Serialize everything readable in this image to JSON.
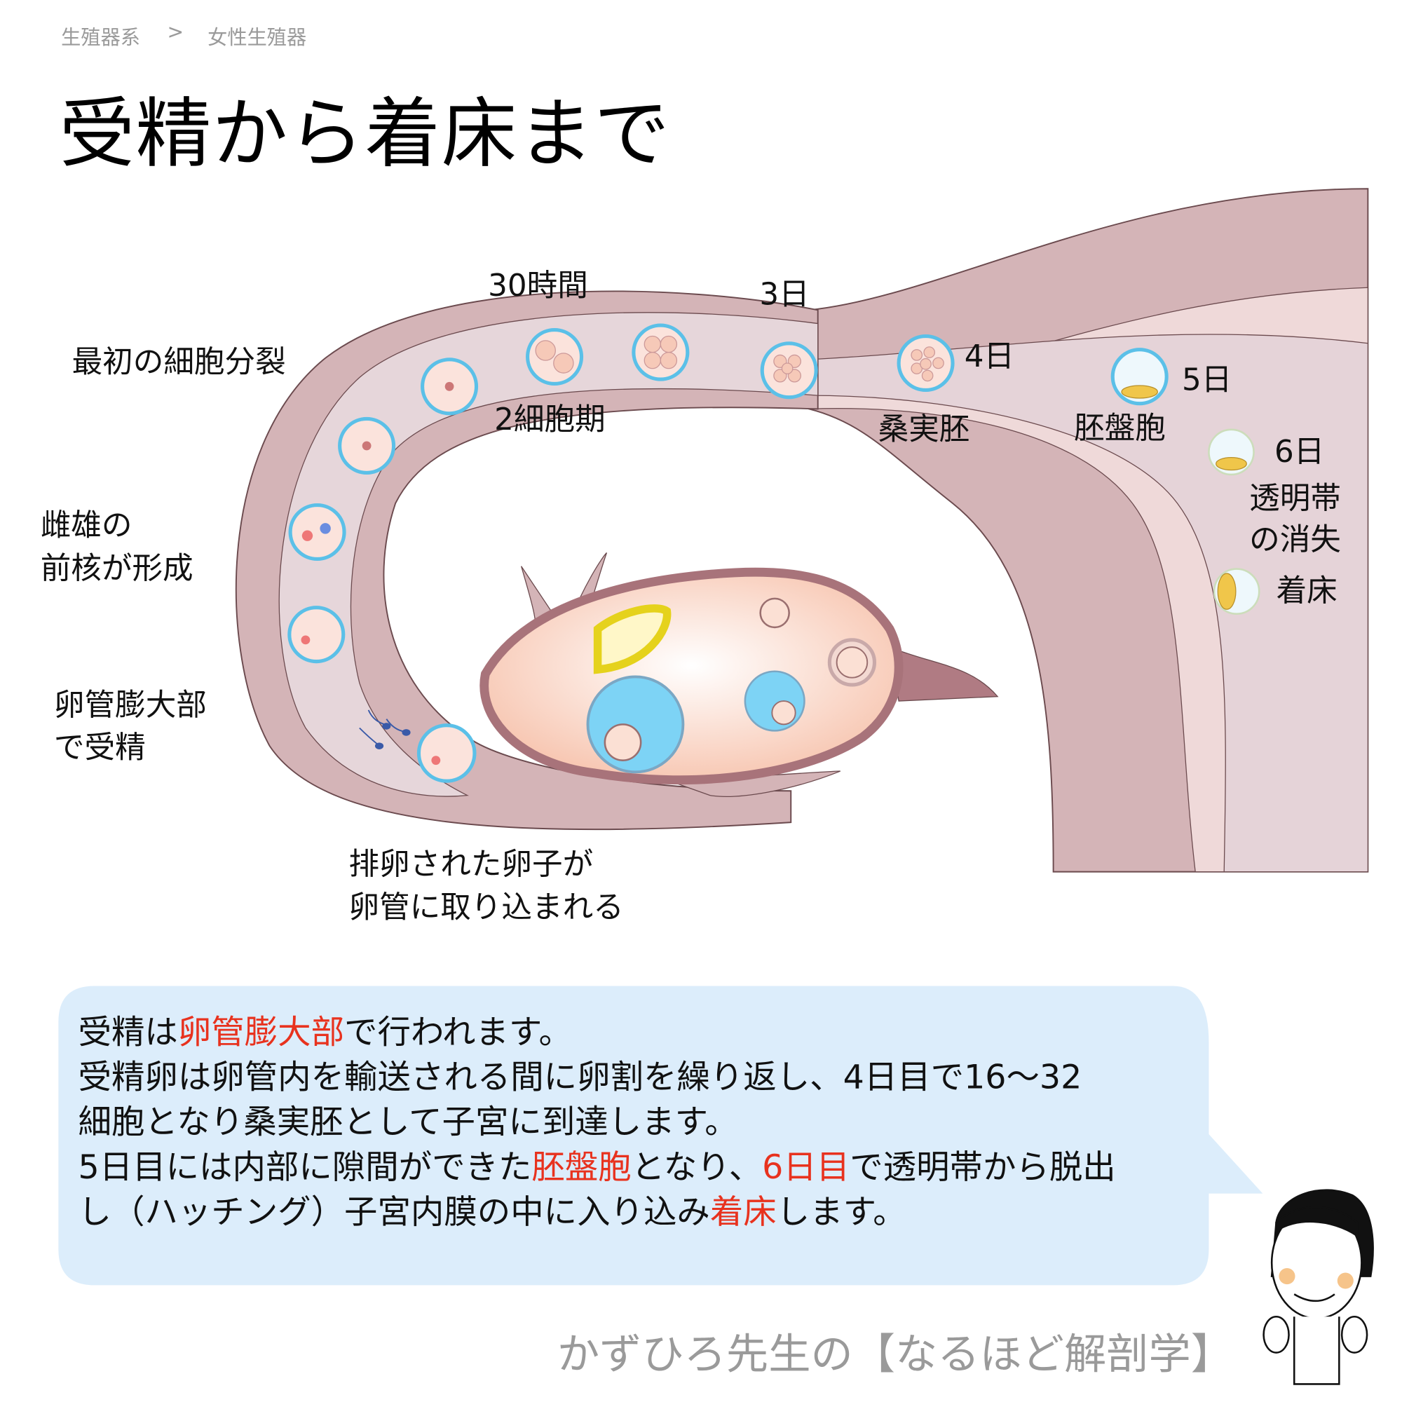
{
  "breadcrumb": {
    "parent": "生殖器系",
    "separator": ">",
    "current": "女性生殖器"
  },
  "title": "受精から着床まで",
  "labels": {
    "hours30": "30時間",
    "day3": "3日",
    "first_division": "最初の細胞分裂",
    "day4": "4日",
    "two_cell": "2細胞期",
    "day5": "5日",
    "morula": "桑実胚",
    "blastocyst": "胚盤胞",
    "day6": "6日",
    "zona_loss_1": "透明帯",
    "zona_loss_2": "の消失",
    "implantation": "着床",
    "pronuclei_1": "雌雄の",
    "pronuclei_2": "前核が形成",
    "ampulla_1": "卵管膨大部",
    "ampulla_2": "で受精",
    "ovulation_1": "排卵された卵子が",
    "ovulation_2": "卵管に取り込まれる"
  },
  "bubble": {
    "l1a": "受精は",
    "l1b": "卵管膨大部",
    "l1c": "で行われます。",
    "l2": "受精卵は卵管内を輸送される間に卵割を繰り返し、4日目で16〜32",
    "l3": "細胞となり桑実胚として子宮に到達します。",
    "l4a": "5日目には内部に隙間ができた",
    "l4b": "胚盤胞",
    "l4c": "となり、",
    "l4d": "6日目",
    "l4e": "で透明帯から脱出",
    "l5a": "し（ハッチング）子宮内膜の中に入り込み",
    "l5b": "着床",
    "l5c": "します。"
  },
  "footer": "かずひろ先生の【なるほど解剖学】",
  "colors": {
    "highlight": "#e8321e",
    "bubble": "#dcedfb",
    "tube": "#d4b4b7",
    "lumen": "#e7d6da",
    "zona": "#5bc0e8"
  }
}
